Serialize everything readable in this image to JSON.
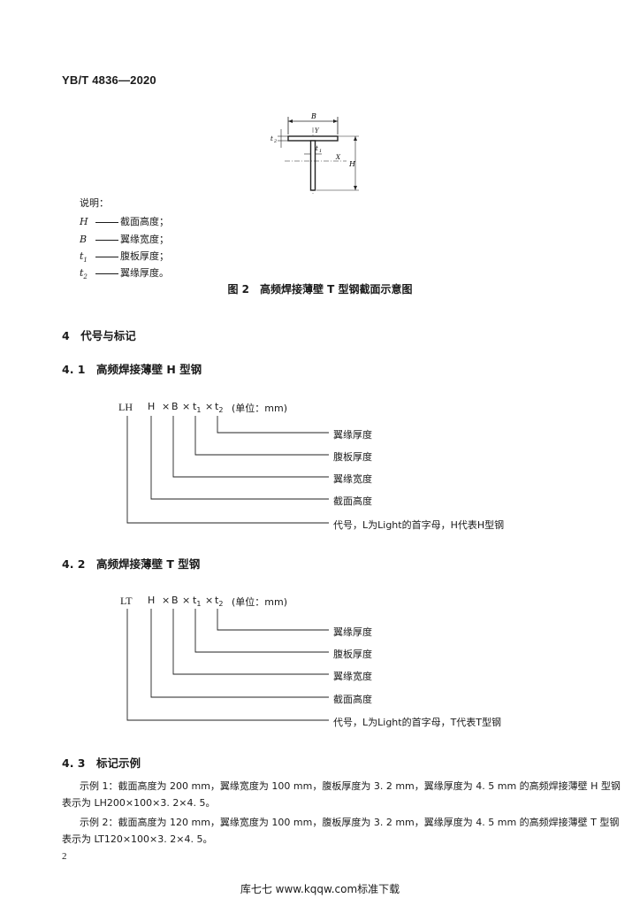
{
  "header": {
    "doc_code": "YB/T 4836—2020"
  },
  "figure": {
    "labels": {
      "B": "B",
      "Y": "Y",
      "t1": "t",
      "t1_sub": "1",
      "t2": "t",
      "t2_sub": "2",
      "X": "X",
      "H": "H"
    },
    "legend_title": "说明：",
    "legend": [
      {
        "sym": "H",
        "sub": "",
        "text": "截面高度；"
      },
      {
        "sym": "B",
        "sub": "",
        "text": "翼缘宽度；"
      },
      {
        "sym": "t",
        "sub": "1",
        "text": "腹板厚度；"
      },
      {
        "sym": "t",
        "sub": "2",
        "text": "翼缘厚度。"
      }
    ],
    "caption": "图 2　高频焊接薄壁 T 型钢截面示意图"
  },
  "section4": {
    "title": "4　代号与标记"
  },
  "s41": {
    "title": "4. 1　高频焊接薄壁 H 型钢",
    "code": "LH",
    "formula": {
      "H": "H",
      "x": "×",
      "B": "B",
      "t": "t",
      "sub1": "1",
      "sub2": "2",
      "unit": "(单位：mm)"
    },
    "labels": [
      "翼缘厚度",
      "腹板厚度",
      "翼缘宽度",
      "截面高度",
      "代号，L为Light的首字母，H代表H型钢"
    ]
  },
  "s42": {
    "title": "4. 2　高频焊接薄壁 T 型钢",
    "code": "LT",
    "formula": {
      "H": "H",
      "x": "×",
      "B": "B",
      "t": "t",
      "sub1": "1",
      "sub2": "2",
      "unit": "(单位：mm)"
    },
    "labels": [
      "翼缘厚度",
      "腹板厚度",
      "翼缘宽度",
      "截面高度",
      "代号，L为Light的首字母，T代表T型钢"
    ]
  },
  "s43": {
    "title": "4. 3　标记示例",
    "ex1_line1": "示例 1：截面高度为 200 mm，翼缘宽度为 100 mm，腹板厚度为 3. 2 mm，翼缘厚度为 4. 5 mm 的高频焊接薄壁 H 型钢",
    "ex1_line2": "表示为 LH200×100×3. 2×4. 5。",
    "ex2_line1": "示例 2：截面高度为 120 mm，翼缘宽度为 100 mm，腹板厚度为 3. 2 mm，翼缘厚度为 4. 5 mm 的高频焊接薄壁 T 型钢",
    "ex2_line2": "表示为 LT120×100×3. 2×4. 5。"
  },
  "page": {
    "number": "2"
  },
  "footer": {
    "text": "库七七  www.kqqw.com标准下载"
  }
}
